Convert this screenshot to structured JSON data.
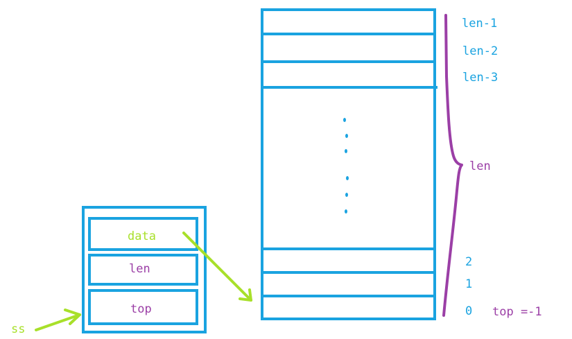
{
  "colors": {
    "box": "#1aa3e0",
    "brace": "#9b3fa6",
    "arrow": "#a8e02a",
    "label_blue": "#1aa3e0",
    "label_purple": "#9b3fa6",
    "label_green": "#a8e02a"
  },
  "struct": {
    "fields": [
      {
        "name": "data",
        "color": "label_green"
      },
      {
        "name": "len",
        "color": "label_purple"
      },
      {
        "name": "top",
        "color": "label_purple"
      }
    ],
    "pointer_label": "ss"
  },
  "array": {
    "top_slots": [
      "len-1",
      "len-2",
      "len-3"
    ],
    "bottom_slots": [
      "2",
      "1",
      "0"
    ],
    "brace_label": "len",
    "top_note": "top =-1"
  }
}
